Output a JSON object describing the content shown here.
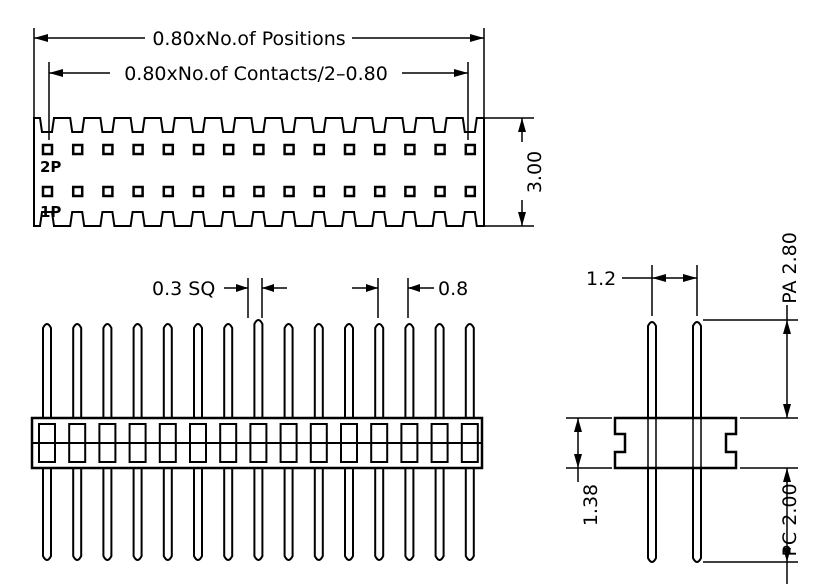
{
  "dimensions": {
    "positions": "0.80xNo.of Positions",
    "contacts": "0.80xNo.of Contacts/2–0.80",
    "height": "3.00",
    "square": "0.3 SQ",
    "pitch": "0.8",
    "spacing": "1.2",
    "pa": "PA  2.80",
    "pc": "PC  2.00",
    "base": "1.38"
  },
  "pin_labels": {
    "top_row": "2P",
    "bottom_row": "1P"
  },
  "pin_columns": 15
}
